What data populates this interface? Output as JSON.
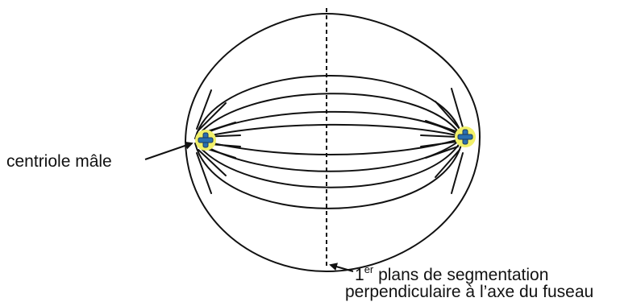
{
  "labels": {
    "centriole": "centriole mâle",
    "plane_number": "1",
    "plane_superscript": "er",
    "plane_line1_rest": " plans de segmentation",
    "plane_line2": "perpendiculaire à l’axe du fuseau"
  },
  "colors": {
    "line": "#111111",
    "centriole_halo": "#f1f06a",
    "centriole_body": "#2a6fb0"
  },
  "icons": {
    "centriole": "cross-centriole-icon"
  }
}
